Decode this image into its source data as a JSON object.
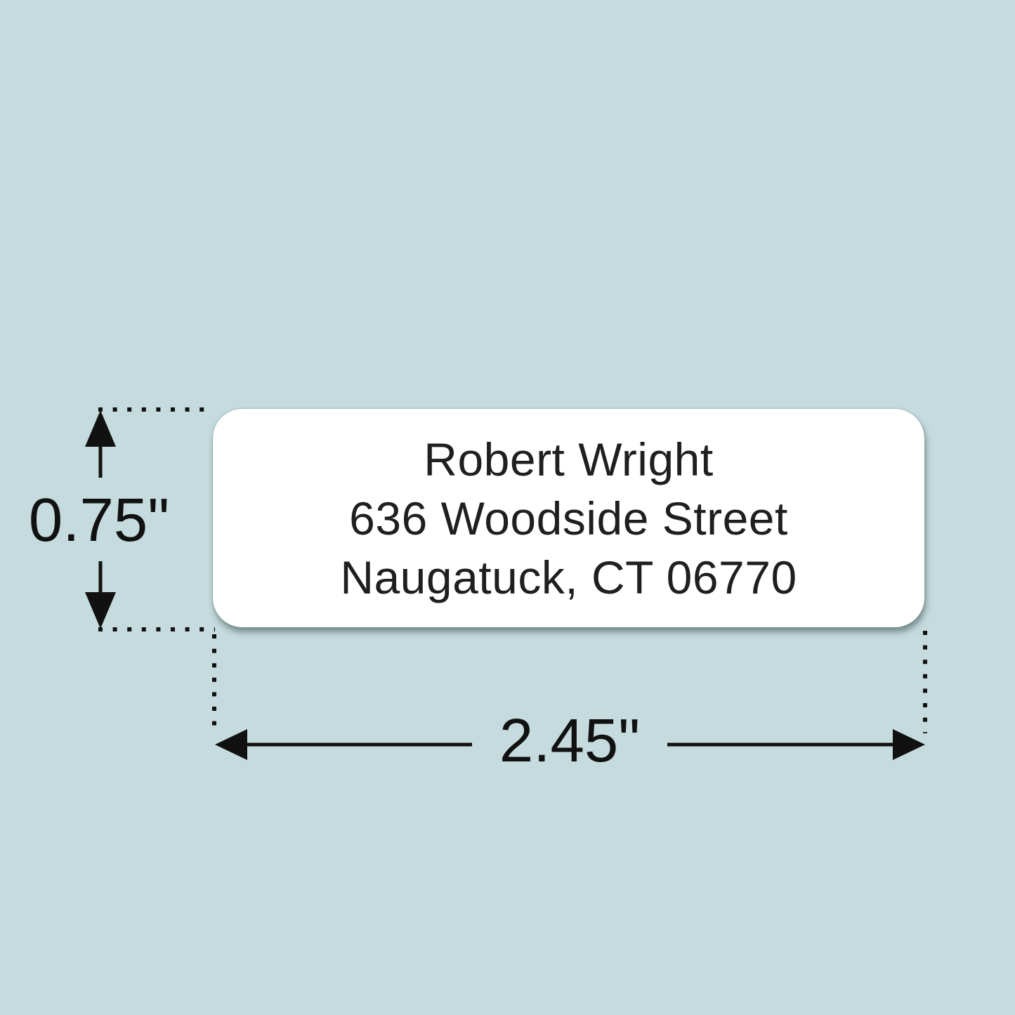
{
  "label": {
    "lines": [
      "Robert Wright",
      "636 Woodside Street",
      "Naugatuck, CT 06770"
    ]
  },
  "dimensions": {
    "height": "0.75\"",
    "width": "2.45\""
  },
  "colors": {
    "background": "#c5dbdd",
    "label_background": "#ffffff",
    "label_text": "#1f1f1f",
    "annotation": "#111111"
  }
}
